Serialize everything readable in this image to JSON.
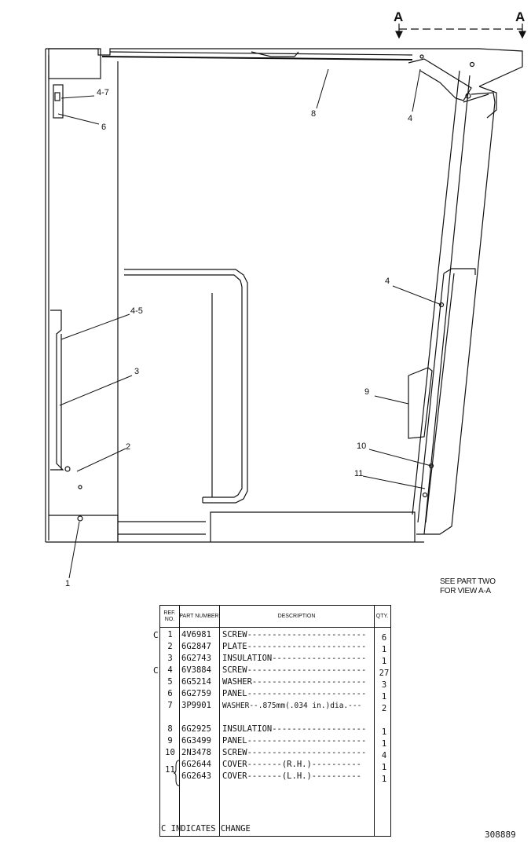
{
  "section": {
    "left": "A",
    "right": "A"
  },
  "callouts": [
    "4-7",
    "6",
    "8",
    "4",
    "4",
    "4-5",
    "3",
    "9",
    "2",
    "10",
    "11",
    "1"
  ],
  "see_part": {
    "line1": "SEE PART TWO",
    "line2": "FOR VIEW A-A"
  },
  "table": {
    "headers": {
      "ref": "REF. NO.",
      "part": "PART NUMBER",
      "desc": "DESCRIPTION",
      "qty": "QTY."
    },
    "rows": [
      {
        "chg": "C",
        "ref": "1",
        "part": "4V6981",
        "desc": "SCREW------------------------",
        "qty": "6"
      },
      {
        "chg": "",
        "ref": "2",
        "part": "6G2847",
        "desc": "PLATE------------------------",
        "qty": "1"
      },
      {
        "chg": "",
        "ref": "3",
        "part": "6G2743",
        "desc": "INSULATION-------------------",
        "qty": "1"
      },
      {
        "chg": "C",
        "ref": "4",
        "part": "6V3884",
        "desc": "SCREW------------------------",
        "qty": "27"
      },
      {
        "chg": "",
        "ref": "5",
        "part": "6G5214",
        "desc": "WASHER-----------------------",
        "qty": "3"
      },
      {
        "chg": "",
        "ref": "6",
        "part": "6G2759",
        "desc": "PANEL------------------------",
        "qty": "1"
      },
      {
        "chg": "",
        "ref": "7",
        "part": "3P9901",
        "desc": "WASHER--.875mm(.034 in.)dia.---",
        "qty": "2"
      },
      {
        "chg": "",
        "ref": "",
        "part": "",
        "desc": "",
        "qty": ""
      },
      {
        "chg": "",
        "ref": "8",
        "part": "6G2925",
        "desc": "INSULATION-------------------",
        "qty": "1"
      },
      {
        "chg": "",
        "ref": "9",
        "part": "6G3499",
        "desc": "PANEL------------------------",
        "qty": "1"
      },
      {
        "chg": "",
        "ref": "10",
        "part": "2N3478",
        "desc": "SCREW------------------------",
        "qty": "4"
      },
      {
        "chg": "",
        "ref": "11",
        "part": "6G2644",
        "desc": "COVER-------(R.H.)----------",
        "qty": "1"
      },
      {
        "chg": "",
        "ref": "",
        "part": "6G2643",
        "desc": "COVER-------(L.H.)----------",
        "qty": "1"
      }
    ]
  },
  "footer_note": "C INDICATES CHANGE",
  "drawing_number": "308889"
}
